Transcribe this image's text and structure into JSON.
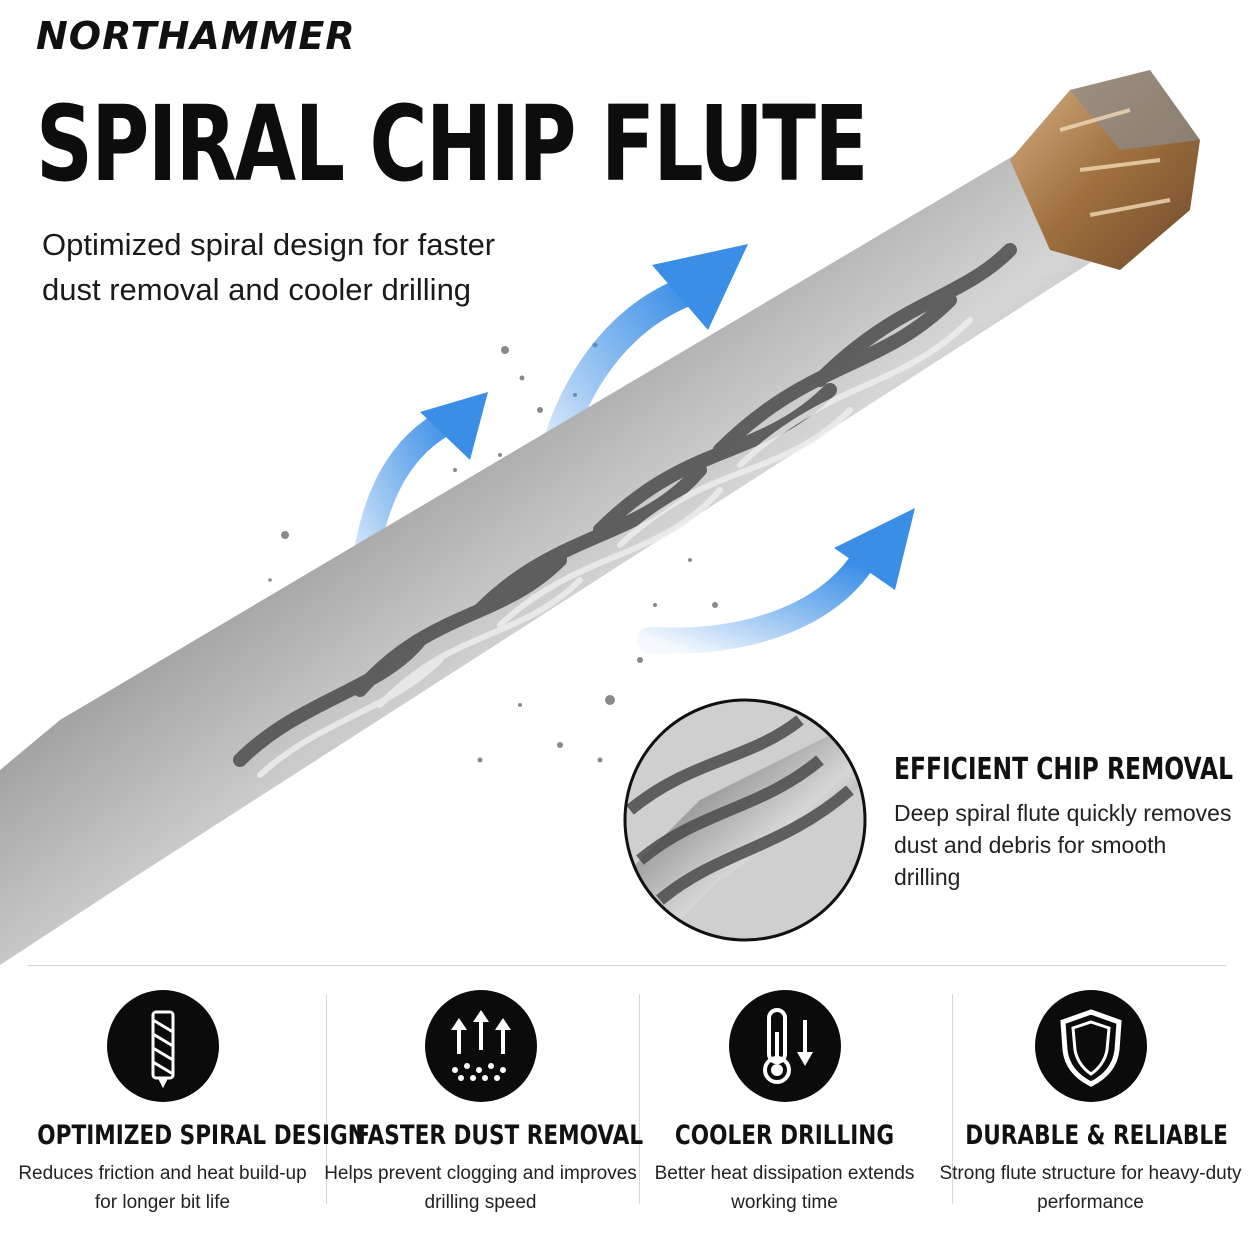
{
  "brand": "NORTHAMMER",
  "headline": "SPIRAL CHIP FLUTE",
  "subtitle": "Optimized spiral design for faster dust removal and cooler drilling",
  "callout": {
    "title": "EFFICIENT CHIP REMOVAL",
    "text": "Deep spiral flute quickly removes dust and debris for smooth drilling"
  },
  "features": [
    {
      "icon": "drill-bit-icon",
      "title": "OPTIMIZED SPIRAL DESIGN",
      "text": "Reduces friction and heat build-up for longer bit life"
    },
    {
      "icon": "dust-arrows-icon",
      "title": "FASTER DUST REMOVAL",
      "text": "Helps prevent clogging and improves drilling speed"
    },
    {
      "icon": "thermometer-icon",
      "title": "COOLER DRILLING",
      "text": "Better heat dissipation extends working time"
    },
    {
      "icon": "shield-icon",
      "title": "DURABLE & RELIABLE",
      "text": "Strong flute structure for heavy-duty performance"
    }
  ],
  "colors": {
    "accent_blue": "#3a8ee6",
    "steel": "#8e8e8e",
    "carbide_tip": "#b8875a",
    "badge": "#0b0b0b"
  }
}
